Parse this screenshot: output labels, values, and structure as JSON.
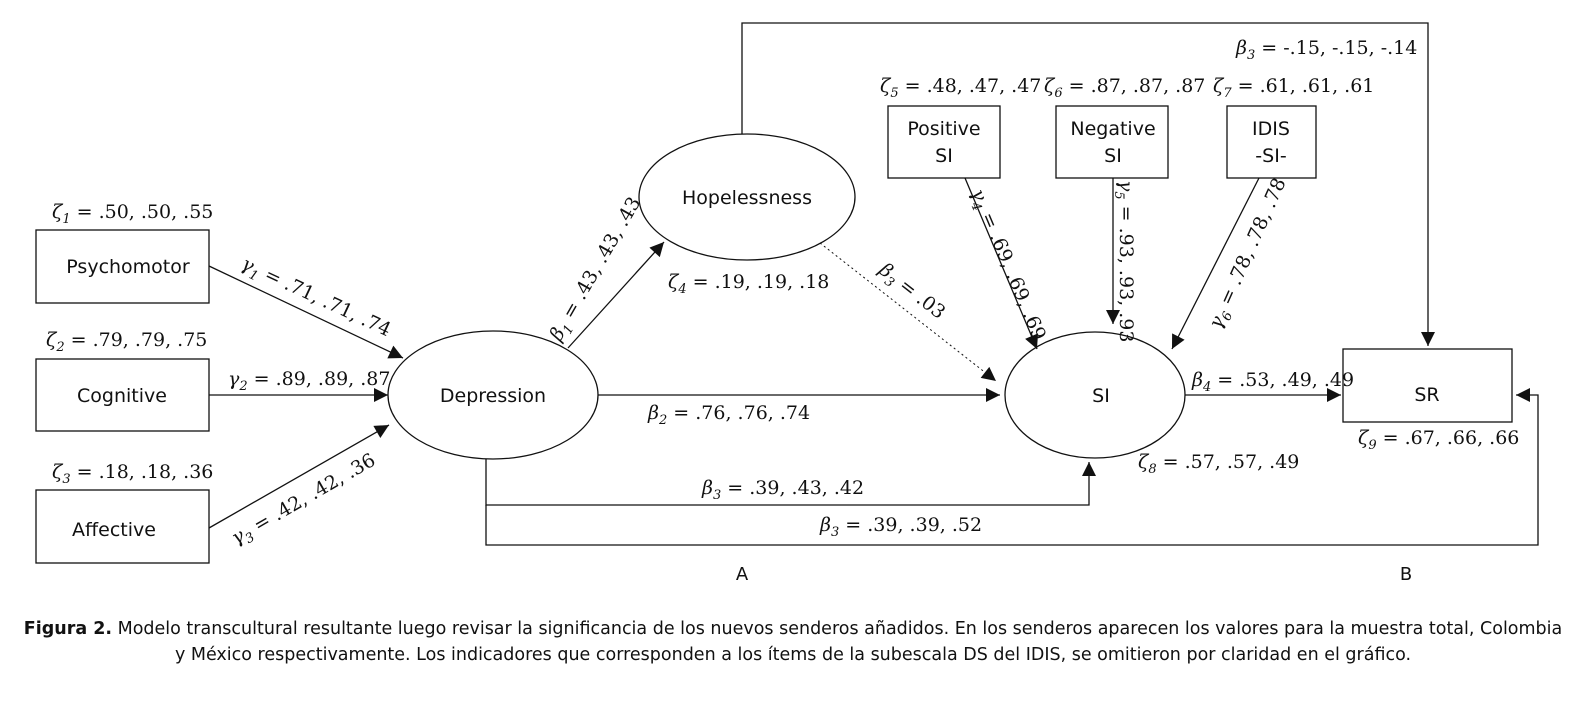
{
  "nodes": {
    "psychomotor": "Psychomotor",
    "cognitive": "Cognitive",
    "affective": "Affective",
    "depression": "Depression",
    "hopelessness": "Hopelessness",
    "positive_si": [
      "Positive",
      "SI"
    ],
    "negative_si": [
      "Negative",
      "SI"
    ],
    "idis_si": [
      "IDIS",
      "-SI-"
    ],
    "si": "SI",
    "sr": "SR"
  },
  "paths": {
    "psychomotor_depression": {
      "sym": "γ",
      "sub": "1",
      "values": " = .71, .71, .74"
    },
    "cognitive_depression": {
      "sym": "γ",
      "sub": "2",
      "values": " = .89, .89, .87"
    },
    "affective_depression": {
      "sym": "γ",
      "sub": "3",
      "values": " = .42, .42, .36"
    },
    "depression_hopelessness": {
      "sym": "β",
      "sub": "1",
      "values": " = .43, .43, .43"
    },
    "hopelessness_si": {
      "sym": "β",
      "sub": "3",
      "values": " = .03"
    },
    "depression_si": {
      "sym": "β",
      "sub": "2",
      "values": " = .76, .76, .74"
    },
    "depression_si_lower": {
      "sym": "β",
      "sub": "3",
      "values": " = .39, .43, .42"
    },
    "depression_sr": {
      "sym": "β",
      "sub": "3",
      "values": " = .39, .39, .52"
    },
    "hopelessness_sr": {
      "sym": "β",
      "sub": "3",
      "values": " = -.15, -.15, -.14"
    },
    "si_sr": {
      "sym": "β",
      "sub": "4",
      "values": " = .53, .49, .49"
    },
    "positive_si": {
      "sym": "γ",
      "sub": "4",
      "values": " = .69, .69, .69"
    },
    "negative_si": {
      "sym": "γ",
      "sub": "5",
      "values": " = .93, .93, .93"
    },
    "idis_si": {
      "sym": "γ",
      "sub": "6",
      "values": " = .78, .78, .78"
    }
  },
  "residuals": {
    "z1": {
      "sym": "ζ",
      "sub": "1",
      "values": " = .50, .50, .55"
    },
    "z2": {
      "sym": "ζ",
      "sub": "2",
      "values": " = .79, .79, .75"
    },
    "z3": {
      "sym": "ζ",
      "sub": "3",
      "values": " = .18, .18, .36"
    },
    "z4": {
      "sym": "ζ",
      "sub": "4",
      "values": " = .19, .19, .18"
    },
    "z5": {
      "sym": "ζ",
      "sub": "5",
      "values": " = .48, .47, .47"
    },
    "z6": {
      "sym": "ζ",
      "sub": "6",
      "values": " = .87, .87, .87"
    },
    "z7": {
      "sym": "ζ",
      "sub": "7",
      "values": " = .61, .61, .61"
    },
    "z8": {
      "sym": "ζ",
      "sub": "8",
      "values": " = .57, .57, .49"
    },
    "z9": {
      "sym": "ζ",
      "sub": "9",
      "values": " = .67, .66, .66"
    }
  },
  "panels": {
    "a": "A",
    "b": "B"
  },
  "caption": {
    "label": "Figura 2.",
    "text": " Modelo transcultural resultante luego revisar la significancia de los nuevos senderos añadidos. En los senderos aparecen los valores para la muestra total, Colombia y México respectivamente. Los indicadores que corresponden a los ítems de la subescala DS del IDIS, se omitieron por claridad en el gráfico."
  }
}
